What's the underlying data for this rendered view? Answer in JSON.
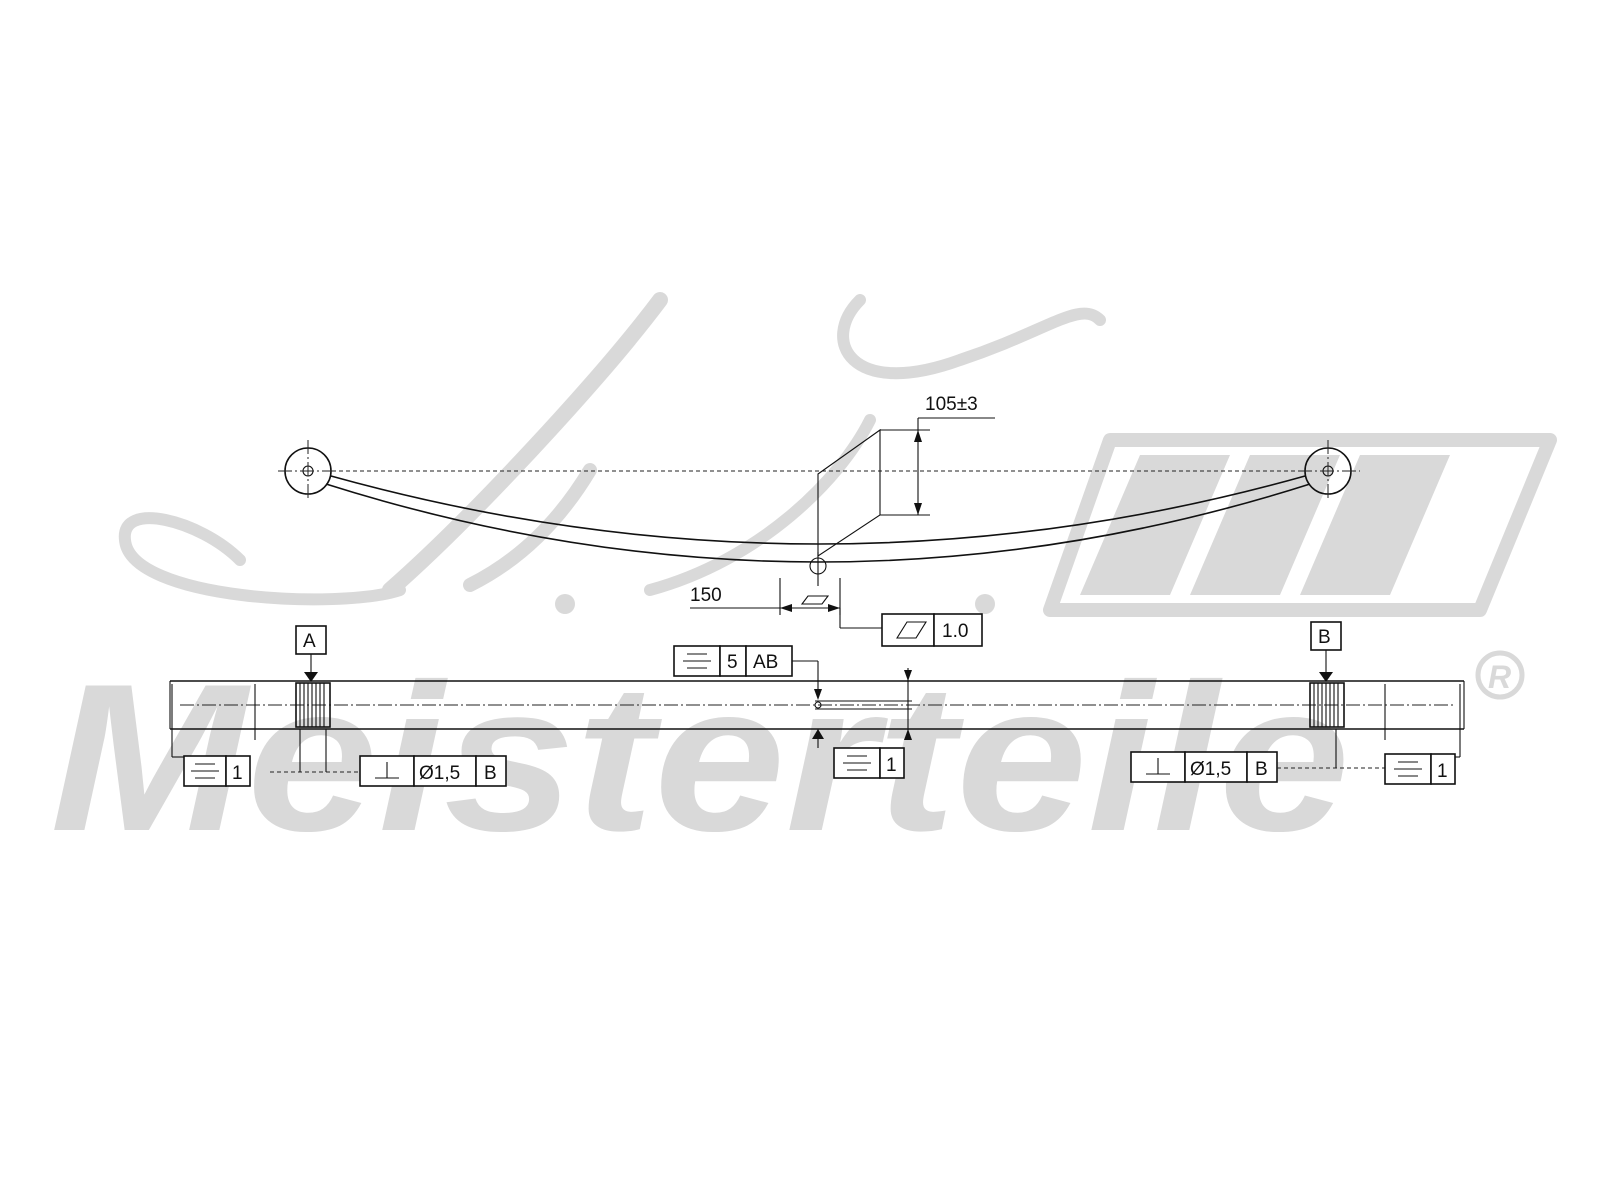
{
  "watermark": {
    "brand": "Meisterteile",
    "registered_mark": "R"
  },
  "side_view": {
    "height_dimension": "105±3",
    "offset_dimension": "150",
    "flatness_frame": {
      "symbol": "parallelogram-icon",
      "tolerance": "1.0"
    }
  },
  "top_view": {
    "datum_a": "A",
    "datum_b": "B",
    "symmetry_frame_center_top": {
      "symbol": "symmetry-icon",
      "tolerance": "5",
      "datum": "AB"
    },
    "symmetry_frame_center_bottom": {
      "symbol": "symmetry-icon",
      "tolerance": "1"
    },
    "symmetry_frame_left": {
      "symbol": "symmetry-icon",
      "tolerance": "1"
    },
    "symmetry_frame_right": {
      "symbol": "symmetry-icon",
      "tolerance": "1"
    },
    "perp_frame_left": {
      "symbol": "perpendicularity-icon",
      "tolerance": "Ø1,5",
      "datum": "B"
    },
    "perp_frame_right": {
      "symbol": "perpendicularity-icon",
      "tolerance": "Ø1,5",
      "datum": "B"
    }
  },
  "colors": {
    "line": "#111111",
    "watermark": "#d9d9d9",
    "background": "#ffffff"
  }
}
